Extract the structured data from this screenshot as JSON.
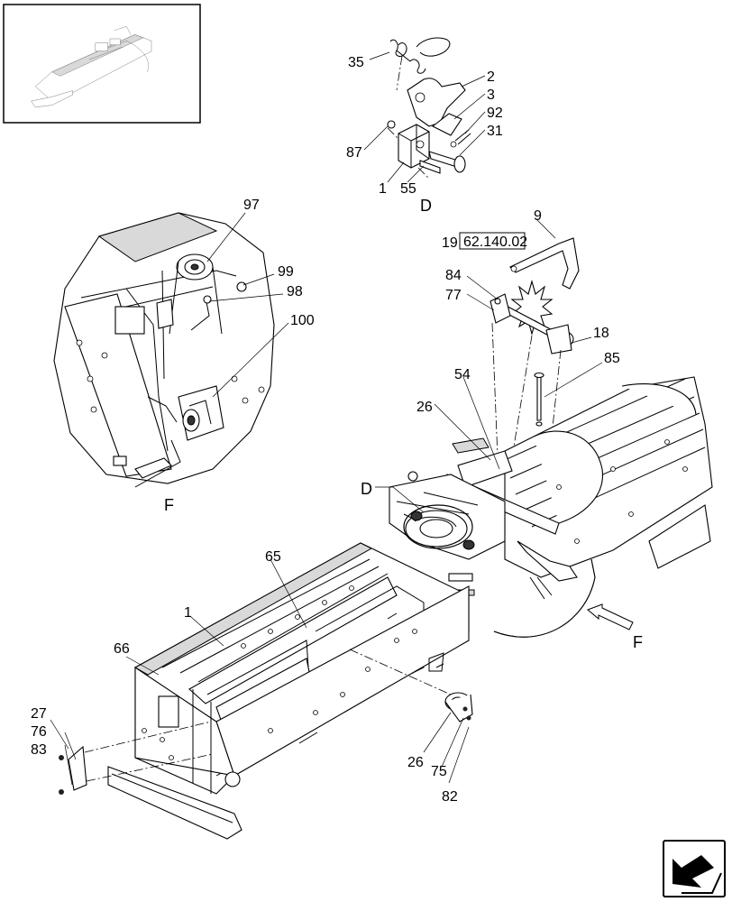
{
  "callouts": [
    {
      "id": "c35",
      "text": "35"
    },
    {
      "id": "c2",
      "text": "2"
    },
    {
      "id": "c3",
      "text": "3"
    },
    {
      "id": "c92",
      "text": "92"
    },
    {
      "id": "c31",
      "text": "31"
    },
    {
      "id": "c87",
      "text": "87"
    },
    {
      "id": "c1a",
      "text": "1"
    },
    {
      "id": "c55",
      "text": "55"
    },
    {
      "id": "c97",
      "text": "97"
    },
    {
      "id": "c99",
      "text": "99"
    },
    {
      "id": "c98",
      "text": "98"
    },
    {
      "id": "c100",
      "text": "100"
    },
    {
      "id": "c9",
      "text": "9"
    },
    {
      "id": "c19",
      "text": "19"
    },
    {
      "id": "c84",
      "text": "84"
    },
    {
      "id": "c77",
      "text": "77"
    },
    {
      "id": "c18",
      "text": "18"
    },
    {
      "id": "c85",
      "text": "85"
    },
    {
      "id": "c54",
      "text": "54"
    },
    {
      "id": "c26a",
      "text": "26"
    },
    {
      "id": "c65",
      "text": "65"
    },
    {
      "id": "c1b",
      "text": "1"
    },
    {
      "id": "c66",
      "text": "66"
    },
    {
      "id": "c27",
      "text": "27"
    },
    {
      "id": "c76",
      "text": "76"
    },
    {
      "id": "c83",
      "text": "83"
    },
    {
      "id": "c26b",
      "text": "26"
    },
    {
      "id": "c75",
      "text": "75"
    },
    {
      "id": "c82",
      "text": "82"
    }
  ],
  "views": {
    "detail_d_label": "D",
    "detail_f_label": "F",
    "main_d_label": "D",
    "main_f_label": "F"
  },
  "reference_box": {
    "text": "62.140.02"
  },
  "icons": {
    "thumbnail": "assembly-thumbnail-icon",
    "navigation": "navigation-arrow-icon"
  }
}
